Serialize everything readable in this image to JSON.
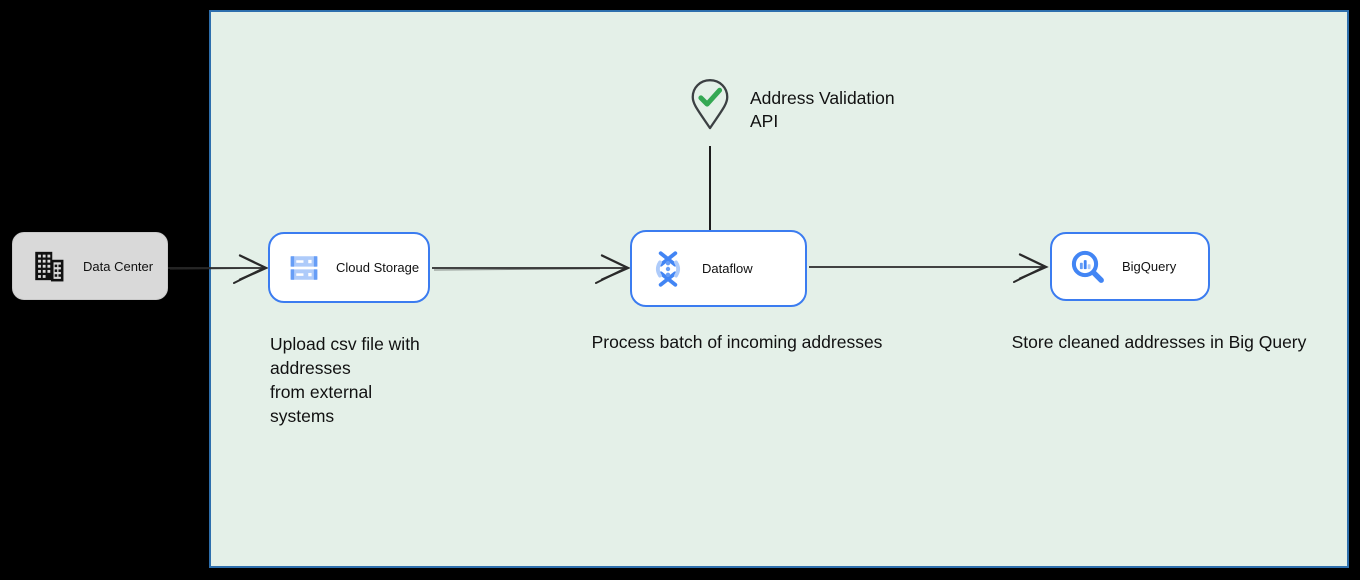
{
  "colors": {
    "background": "#000000",
    "zone_fill": "#e4f0e8",
    "zone_border": "#2e6fad",
    "node_border": "#3b7cf0",
    "node_fill": "#ffffff",
    "datacenter_fill": "#d9d9d9",
    "text": "#111111",
    "arrow": "#2a2a2a",
    "icon_blue": "#4285f4",
    "icon_blue_mid": "#669df6",
    "icon_blue_light": "#aecbfa",
    "check_green": "#34a853",
    "pin_outline": "#3c4043"
  },
  "nodes": {
    "data_center": {
      "label": "Data Center"
    },
    "cloud_storage": {
      "label": "Cloud Storage",
      "caption": "Upload csv file with\naddresses\nfrom external\nsystems"
    },
    "dataflow": {
      "label": "Dataflow",
      "caption": "Process batch of incoming addresses"
    },
    "bigquery": {
      "label": "BigQuery",
      "caption": "Store cleaned addresses in Big Query"
    },
    "address_validation": {
      "label": "Address Validation\nAPI"
    }
  },
  "edges": [
    {
      "from": "data_center",
      "to": "cloud_storage",
      "style": "arrow"
    },
    {
      "from": "cloud_storage",
      "to": "dataflow",
      "style": "arrow"
    },
    {
      "from": "dataflow",
      "to": "bigquery",
      "style": "arrow"
    },
    {
      "from": "address_validation",
      "to": "dataflow",
      "style": "plain-line"
    }
  ]
}
